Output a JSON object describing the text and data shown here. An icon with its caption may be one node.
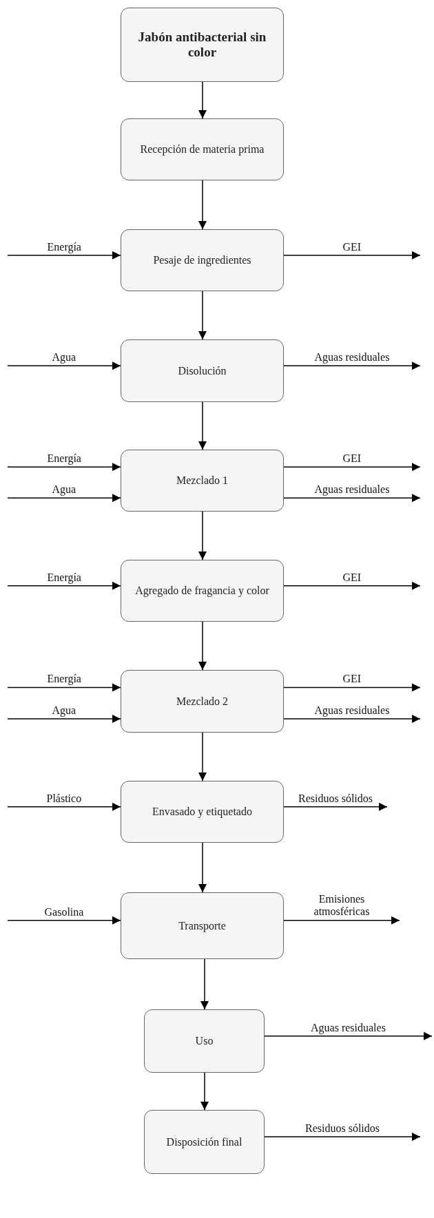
{
  "diagram": {
    "nodes": [
      {
        "text": [
          "Jabón antibacterial sin color"
        ]
      },
      {
        "text": [
          "Recepción de materia prima"
        ]
      },
      {
        "text": [
          "Pesaje de ingredientes"
        ]
      },
      {
        "text": [
          "Disolución"
        ]
      },
      {
        "text": [
          "Mezclado 1"
        ]
      },
      {
        "text": [
          "Agregado de fragancia y color"
        ]
      },
      {
        "text": [
          "Mezclado 2"
        ]
      },
      {
        "text": [
          "Envasado y etiquetado"
        ]
      },
      {
        "text": [
          "Transporte"
        ]
      },
      {
        "text": [
          "Uso"
        ]
      },
      {
        "text": [
          "Disposición final"
        ]
      }
    ],
    "edges": [
      {
        "from": 0,
        "to": 1,
        "arrow": "to"
      },
      {
        "from": 1,
        "to": 2,
        "arrow": "to"
      },
      {
        "from": null,
        "to": 2,
        "arrow": "to",
        "label": "Energía"
      },
      {
        "from": 2,
        "to": null,
        "arrow": "to",
        "label": "GEI"
      },
      {
        "from": 2,
        "to": 3,
        "arrow": "to"
      },
      {
        "from": null,
        "to": 3,
        "arrow": "to",
        "label": "Agua"
      },
      {
        "from": 3,
        "to": null,
        "arrow": "to",
        "label": "Aguas residuales"
      },
      {
        "from": 3,
        "to": 4,
        "arrow": "to"
      },
      {
        "from": null,
        "to": 4,
        "arrow": "to",
        "label": "Energía"
      },
      {
        "from": 4,
        "to": null,
        "arrow": "to",
        "label": "GEI"
      },
      {
        "from": null,
        "to": 4,
        "arrow": "to",
        "label": "Agua"
      },
      {
        "from": 4,
        "to": null,
        "arrow": "to",
        "label": "Aguas residuales"
      },
      {
        "from": 4,
        "to": 5,
        "arrow": "to"
      },
      {
        "from": null,
        "to": 5,
        "arrow": "to",
        "label": "Energía"
      },
      {
        "from": 5,
        "to": null,
        "arrow": "to",
        "label": "GEI"
      },
      {
        "from": 5,
        "to": 6,
        "arrow": "to"
      },
      {
        "from": null,
        "to": 6,
        "arrow": "to",
        "label": "Energía"
      },
      {
        "from": 6,
        "to": null,
        "arrow": "to",
        "label": "GEI"
      },
      {
        "from": null,
        "to": 6,
        "arrow": "to",
        "label": "Agua"
      },
      {
        "from": 6,
        "to": null,
        "arrow": "to",
        "label": "Aguas residuales"
      },
      {
        "from": 6,
        "to": 7,
        "arrow": "to"
      },
      {
        "from": null,
        "to": 7,
        "arrow": "to",
        "label": "Plástico"
      },
      {
        "from": 7,
        "to": null,
        "arrow": "to",
        "label": "Residuos sólidos"
      },
      {
        "from": 7,
        "to": 8,
        "arrow": "to"
      },
      {
        "from": null,
        "to": 8,
        "arrow": "to",
        "label": "Gasolina"
      },
      {
        "from": 8,
        "to": null,
        "arrow": "to",
        "label": "Emisiones atmosféricas"
      },
      {
        "from": 8,
        "to": 9,
        "arrow": "to"
      },
      {
        "from": 9,
        "to": null,
        "arrow": "to",
        "label": "Aguas residuales"
      },
      {
        "from": 9,
        "to": 10,
        "arrow": "to"
      },
      {
        "from": 10,
        "to": null,
        "arrow": "to",
        "label": "Residuos sólidos"
      }
    ]
  }
}
